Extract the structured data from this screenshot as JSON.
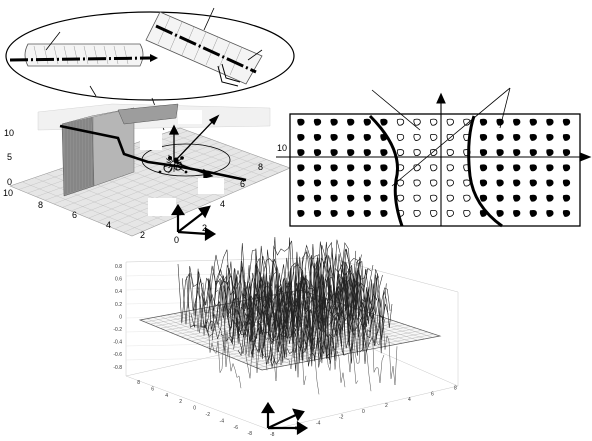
{
  "panel_terrain": {
    "z_ticks": [
      "10",
      "5",
      "0"
    ],
    "y_ticks": [
      "10",
      "8",
      "6",
      "4",
      "2"
    ],
    "x_ticks": [
      "0",
      "2",
      "4",
      "6",
      "8"
    ]
  },
  "panel_lattice": {
    "rows": 7,
    "cols": 17,
    "axis_label": "10"
  },
  "panel_surface": {
    "z_ticks": [
      "0.8",
      "0.6",
      "0.4",
      "0.2",
      "0",
      "-0.2",
      "-0.4",
      "-0.6",
      "-0.8"
    ],
    "y_ticks": [
      "8",
      "6",
      "4",
      "2",
      "0",
      "-2",
      "-4",
      "-6",
      "-8"
    ],
    "x_ticks": [
      "-8",
      "-6",
      "-4",
      "-2",
      "0",
      "2",
      "4",
      "6",
      "8"
    ]
  }
}
